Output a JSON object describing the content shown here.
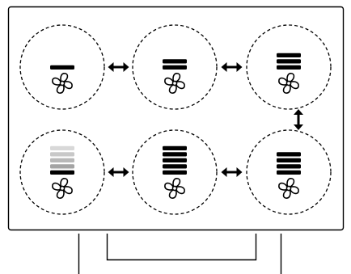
{
  "panel": {
    "stroke_color": "#000000",
    "background": "#ffffff"
  },
  "modes": [
    {
      "id": "speed-1",
      "level": 1,
      "levels_total": 5,
      "fan_icon": "fan-icon"
    },
    {
      "id": "speed-2",
      "level": 2,
      "levels_total": 5,
      "fan_icon": "fan-icon"
    },
    {
      "id": "speed-3",
      "level": 3,
      "levels_total": 5,
      "fan_icon": "fan-icon"
    },
    {
      "id": "speed-4",
      "level": 4,
      "levels_total": 5,
      "fan_icon": "fan-icon"
    },
    {
      "id": "speed-5",
      "level": 5,
      "levels_total": 5,
      "fan_icon": "fan-icon"
    },
    {
      "id": "auto-cycle",
      "level": 1,
      "levels_total": 5,
      "fan_icon": "fan-icon",
      "faded_levels": true
    }
  ],
  "transitions": [
    {
      "from": "speed-1",
      "to": "speed-2",
      "icon": "double-arrow-horizontal-icon"
    },
    {
      "from": "speed-2",
      "to": "speed-3",
      "icon": "double-arrow-horizontal-icon"
    },
    {
      "from": "speed-3",
      "to": "speed-4",
      "icon": "double-arrow-vertical-icon"
    },
    {
      "from": "speed-5",
      "to": "speed-4",
      "icon": "double-arrow-horizontal-icon"
    },
    {
      "from": "auto-cycle",
      "to": "speed-5",
      "icon": "double-arrow-horizontal-icon"
    }
  ],
  "colors": {
    "bar_active": "#000000",
    "bar_faded": [
      "#d8d8d8",
      "#c8c8c8",
      "#b8b8b8",
      "#a4a4a4"
    ],
    "line": "#000000"
  }
}
